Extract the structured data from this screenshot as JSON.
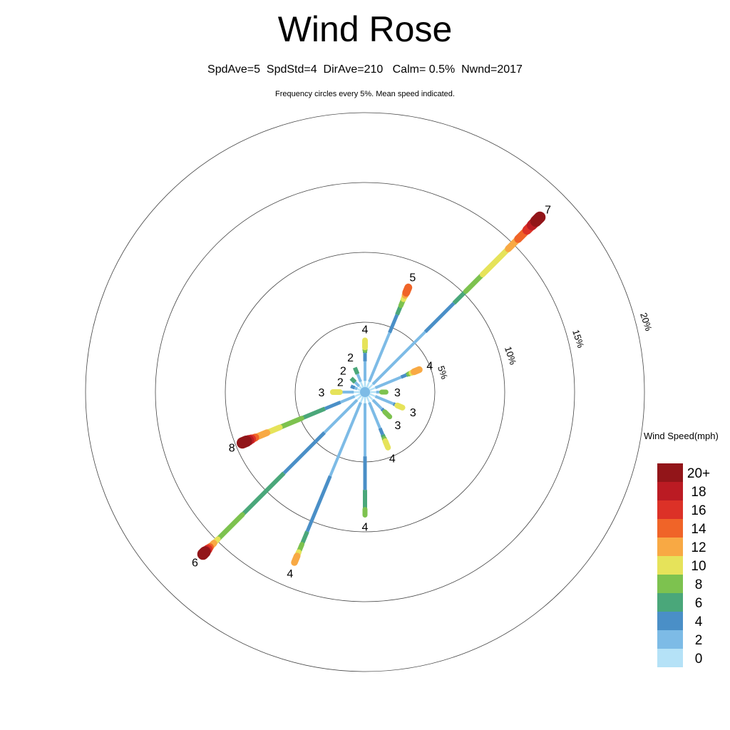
{
  "chart_data": {
    "type": "windrose",
    "title": "Wind Rose",
    "stats": "SpdAve=5  SpdStd=4  DirAve=210   Calm= 0.5%  Nwnd=2017",
    "note": "Frequency circles every 5%. Mean speed indicated.",
    "ring_values": [
      5,
      10,
      15,
      20
    ],
    "ring_labels": [
      "5%",
      "10%",
      "15%",
      "20%"
    ],
    "legend_title": "Wind Speed(mph)",
    "speed_bins": [
      "0",
      "2",
      "4",
      "6",
      "8",
      "10",
      "12",
      "14",
      "16",
      "18",
      "20+"
    ],
    "bin_colors": [
      "#b5e2f7",
      "#7dbbe6",
      "#4a8fc7",
      "#4aa77a",
      "#7dc24f",
      "#e6e35a",
      "#f8a944",
      "#f06428",
      "#dc3127",
      "#bb1b23",
      "#921519"
    ],
    "directions": [
      {
        "dir": 0,
        "mean": "4",
        "freq": [
          0.8,
          1.4,
          0.6,
          0.2,
          0.2,
          0.5,
          0,
          0,
          0,
          0,
          0
        ]
      },
      {
        "dir": 22.5,
        "mean": "5",
        "freq": [
          0.8,
          3.8,
          1.4,
          0.7,
          0.5,
          0.3,
          0.2,
          0.4,
          0,
          0,
          0
        ]
      },
      {
        "dir": 45,
        "mean": "7",
        "freq": [
          0.8,
          5.3,
          2.9,
          1.2,
          1.7,
          2.6,
          1.0,
          0.9,
          0.5,
          0.4,
          0.4
        ]
      },
      {
        "dir": 67.5,
        "mean": "4",
        "freq": [
          0.8,
          2.0,
          0.4,
          0.2,
          0.2,
          0.2,
          0.4,
          0,
          0,
          0,
          0
        ]
      },
      {
        "dir": 90,
        "mean": "3",
        "freq": [
          0.8,
          0.4,
          0,
          0,
          0.3,
          0,
          0,
          0,
          0,
          0,
          0
        ]
      },
      {
        "dir": 112.5,
        "mean": "3",
        "freq": [
          0.8,
          1.4,
          0.3,
          0,
          0,
          0.4,
          0,
          0,
          0,
          0,
          0
        ]
      },
      {
        "dir": 135,
        "mean": "3",
        "freq": [
          0.8,
          0.9,
          0.3,
          0,
          0.5,
          0,
          0,
          0,
          0,
          0,
          0
        ]
      },
      {
        "dir": 157.5,
        "mean": "4",
        "freq": [
          0.8,
          2.0,
          0.5,
          0.3,
          0.2,
          0.5,
          0,
          0,
          0,
          0,
          0
        ]
      },
      {
        "dir": 180,
        "mean": "4",
        "freq": [
          0.8,
          3.8,
          2.4,
          1.4,
          0.4,
          0,
          0,
          0,
          0,
          0,
          0
        ]
      },
      {
        "dir": 202.5,
        "mean": "4",
        "freq": [
          0.8,
          5.7,
          4.3,
          1.0,
          0.6,
          0.3,
          0.5,
          0,
          0,
          0,
          0
        ]
      },
      {
        "dir": 225,
        "mean": "6",
        "freq": [
          0.8,
          3.3,
          4.1,
          4.2,
          2.5,
          0.4,
          0.4,
          0.2,
          0.2,
          0.1,
          0.2
        ]
      },
      {
        "dir": 247.5,
        "mean": "8",
        "freq": [
          0.8,
          1.1,
          1.2,
          1.8,
          1.7,
          1.0,
          0.9,
          0.3,
          0.2,
          0.2,
          0.3
        ]
      },
      {
        "dir": 270,
        "mean": "3",
        "freq": [
          0.8,
          1.0,
          0,
          0,
          0,
          0.5,
          0,
          0,
          0,
          0,
          0
        ]
      },
      {
        "dir": 292.5,
        "mean": "2",
        "freq": [
          0.6,
          0.2,
          0.3,
          0,
          0,
          0,
          0,
          0,
          0,
          0,
          0
        ]
      },
      {
        "dir": 315,
        "mean": "2",
        "freq": [
          0.6,
          0.4,
          0,
          0.4,
          0,
          0,
          0,
          0,
          0,
          0,
          0
        ]
      },
      {
        "dir": 337.5,
        "mean": "2",
        "freq": [
          0.8,
          0.6,
          0,
          0.5,
          0,
          0,
          0,
          0,
          0,
          0,
          0
        ]
      }
    ]
  }
}
